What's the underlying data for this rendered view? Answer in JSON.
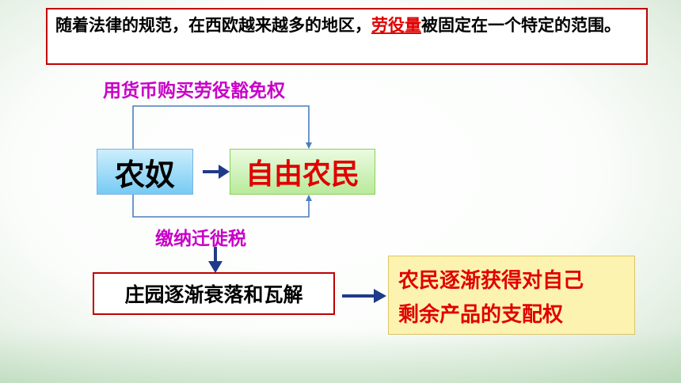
{
  "top_note": {
    "prefix": "随着法律的规范，在西欧越来越多的地区，",
    "highlight": "劳役量",
    "suffix": "被固定在一个特定的范围。"
  },
  "upper_path_label": "用货币购买劳役豁免权",
  "lower_path_label": "缴纳迁徙税",
  "serf_box": "农奴",
  "free_box": "自由农民",
  "manor_box": "庄园逐渐衰落和瓦解",
  "result_box": {
    "line1": "农民逐渐获得对自己",
    "line2": "剩余产品的支配权"
  },
  "colors": {
    "border_red": "#c00000",
    "label_magenta": "#c800c8",
    "text_red": "#e00000",
    "connector_blue": "#4a7fc0",
    "arrow_navy": "#1f3a8a"
  }
}
